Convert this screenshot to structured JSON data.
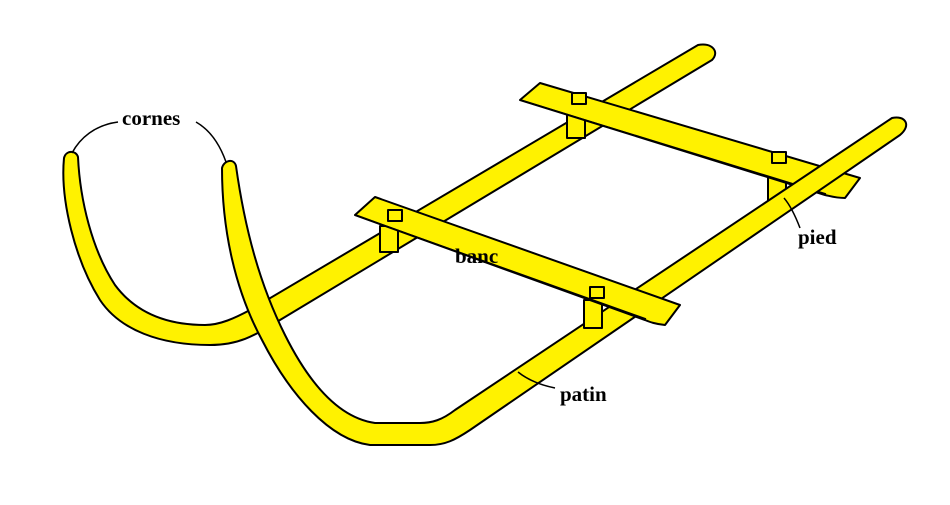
{
  "diagram": {
    "subject": "sled",
    "labels": {
      "horns": "cornes",
      "bench": "banc",
      "foot": "pied",
      "runner": "patin"
    },
    "colors": {
      "wood": "#FFF200",
      "outline": "#000000",
      "background": "#FFFFFF"
    }
  }
}
